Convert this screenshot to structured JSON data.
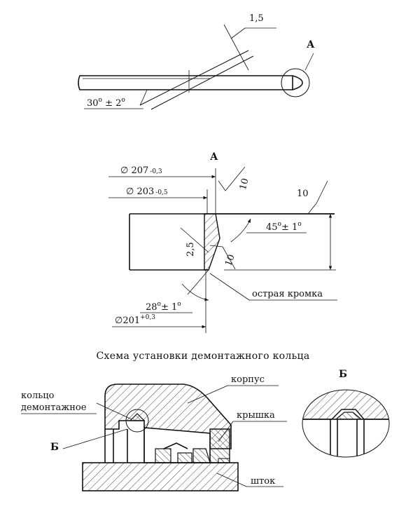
{
  "top_view": {
    "dim_thickness": "1,5",
    "angle_main": "30",
    "angle_sup": "o",
    "angle_tol": " ± 2",
    "angle_tol_sup": "o",
    "detail_ref": "А"
  },
  "detail_a": {
    "label": "А",
    "d207_main": "∅ 207",
    "d207_tol": "-0,3",
    "d203_main": "∅ 203",
    "d203_tol": "-0,5",
    "d201_main": "∅201",
    "d201_tol": "+0,3",
    "rough_top": "10",
    "rough_right": "10",
    "rough_face": "10",
    "chamfer_dim": "2,5",
    "angle45_main": "45",
    "angle45_tol": "± 1",
    "angle28_main": "28",
    "angle28_tol": "± 1",
    "deg": "o",
    "sharp_edge": "острая кромка"
  },
  "install_scheme": {
    "title": "Схема установки демонтажного кольца",
    "ring_line1": "кольцо",
    "ring_line2": "демонтажное",
    "housing": "корпус",
    "cover": "крышка",
    "rod": "шток",
    "view_b": "Б",
    "detail_b": "Б"
  }
}
